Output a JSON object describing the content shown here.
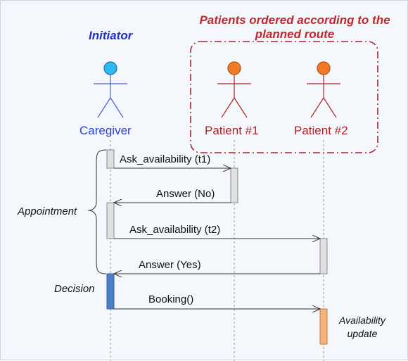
{
  "group": {
    "title_line1": "Patients ordered according to the",
    "title_line2": "planned route"
  },
  "initiator_label": "Initiator",
  "actors": {
    "caregiver": "Caregiver",
    "patient1": "Patient #1",
    "patient2": "Patient #2"
  },
  "messages": {
    "m1": "Ask_availability (t1)",
    "m2": "Answer (No)",
    "m3": "Ask_availability (t2)",
    "m4": "Answer (Yes)",
    "m5": "Booking()"
  },
  "side_labels": {
    "appointment": "Appointment",
    "decision": "Decision"
  },
  "note": {
    "line1": "Availability",
    "line2": "update"
  },
  "colors": {
    "actor_blue_head": "#2db8f0",
    "actor_orange_head": "#f07a26",
    "group_border": "#a8242c",
    "activation_gray": "#e0e0e0",
    "activation_blue": "#4f7ec8",
    "activation_orange": "#f5b27a"
  }
}
